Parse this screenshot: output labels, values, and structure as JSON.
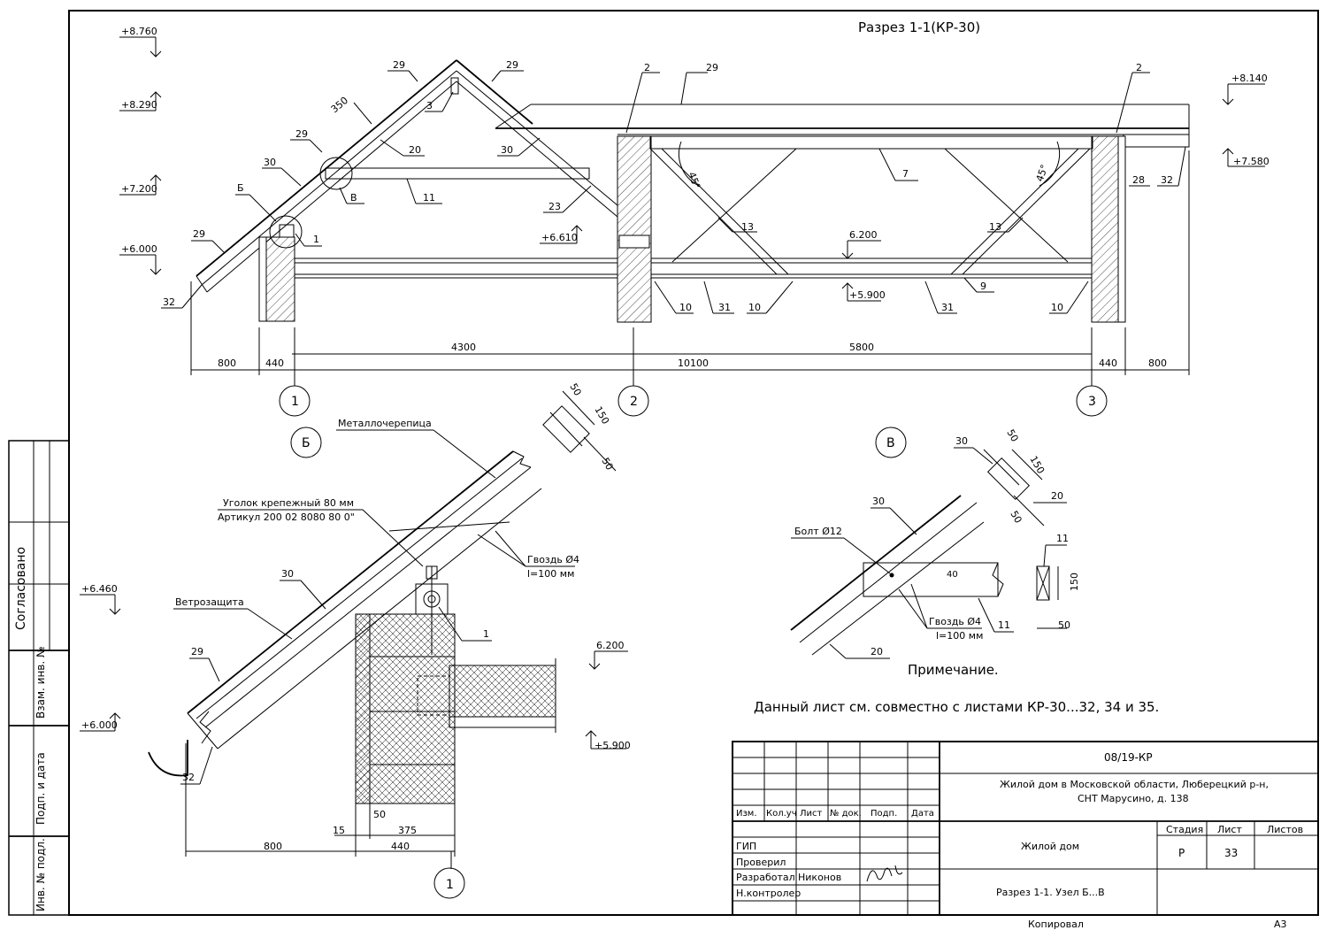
{
  "section_title": "Разрез 1-1(КР-30)",
  "roofing_label": "Металлочерепица",
  "elevations_main": {
    "e8760": "+8.760",
    "e8290": "+8.290",
    "e7200": "+7.200",
    "e6000": "+6.000",
    "e6610": "+6.610",
    "e8140": "+8.140",
    "e7580": "+7.580",
    "e6200": "6.200",
    "e5900": "+5.900"
  },
  "callouts_main": [
    "29",
    "29",
    "29",
    "29",
    "29",
    "350",
    "3",
    "20",
    "30",
    "30",
    "Б",
    "В",
    "11",
    "23",
    "1",
    "32",
    "2",
    "2",
    "7",
    "28",
    "32",
    "13",
    "13",
    "10",
    "31",
    "10",
    "31",
    "9",
    "10"
  ],
  "dimensions": {
    "d800a": "800",
    "d440a": "440",
    "d4300": "4300",
    "d10100": "10100",
    "d5800": "5800",
    "d440b": "440",
    "d800b": "800"
  },
  "angle_label": "45°",
  "axes": [
    "1",
    "2",
    "3"
  ],
  "node_b": {
    "marker": "Б",
    "roofing": "Металлочерепица",
    "bracket_1": "Уголок крепежный 80 мм",
    "bracket_2": "Артикул 200 02 8080 80 0\"",
    "nail_1": "Гвоздь Ø4",
    "nail_2": "l=100 мм",
    "wind": "Ветрозащита",
    "c30": "30",
    "c29": "29",
    "c1": "1",
    "c32": "32",
    "e6460": "+6.460",
    "e6000": "+6.000",
    "e6200": "6.200",
    "e5900": "+5.900",
    "d15": "15",
    "d50": "50",
    "d375": "375",
    "d800": "800",
    "d440": "440",
    "axis": "1",
    "sec_50a": "50",
    "sec_150": "150",
    "sec_50b": "50"
  },
  "node_v": {
    "marker": "В",
    "bolt": "Болт Ø12",
    "nail_1": "Гвоздь Ø4",
    "nail_2": "l=100 мм",
    "c30": "30",
    "c20": "20",
    "c11": "11",
    "d40": "40",
    "sec30": "30",
    "sec_50a": "50",
    "sec_150": "150",
    "sec20": "20",
    "sec_50b": "50",
    "sec11": "11",
    "sec11_150": "150",
    "sec11_50": "50"
  },
  "note_title": "Примечание.",
  "note_text": "Данный лист см. совместно с листами КР-30...32, 34 и 35.",
  "side_labels": {
    "agreed": "Согласовано",
    "inv_replace": "Взам. инв. №",
    "sign_date": "Подп. и дата",
    "inv_orig": "Инв. № подл."
  },
  "title_block": {
    "doc_code": "08/19-КР",
    "project_1": "Жилой дом в Московской области, Люберецкий р-н,",
    "project_2": "СНТ Марусино, д. 138",
    "object": "Жилой дом",
    "sheet_title": "Разрез 1-1. Узел Б...В",
    "col_izm": "Изм.",
    "col_kol": "Кол.уч",
    "col_list": "Лист",
    "col_ndok": "№ док.",
    "col_podp": "Подп.",
    "col_data": "Дата",
    "stage_h": "Стадия",
    "list_h": "Лист",
    "lists_h": "Листов",
    "stage": "Р",
    "sheet_no": "33",
    "gip": "ГИП",
    "checked": "Проверил",
    "developed": "Разработал",
    "developer": "Никонов",
    "norm": "Н.контролер",
    "copied": "Копировал",
    "format": "A3"
  }
}
